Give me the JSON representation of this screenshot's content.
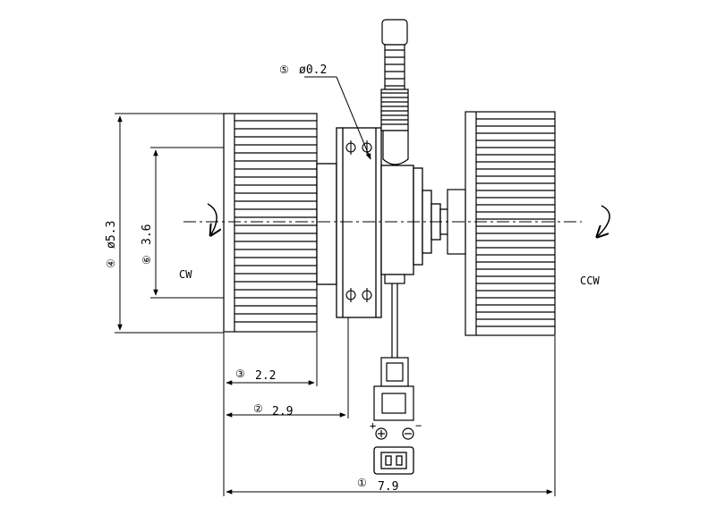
{
  "diagram": {
    "dimensions": [
      {
        "marker": "①",
        "value": "7.9"
      },
      {
        "marker": "②",
        "value": "2.9"
      },
      {
        "marker": "③",
        "value": "2.2"
      },
      {
        "marker": "④",
        "value": "ø5.3"
      },
      {
        "marker": "⑤",
        "value": "ø0.2"
      },
      {
        "marker": "⑥",
        "value": "3.6"
      }
    ],
    "rotation": {
      "left": "CW",
      "right": "CCW"
    },
    "terminals": {
      "positive": "+",
      "negative": "−"
    }
  }
}
